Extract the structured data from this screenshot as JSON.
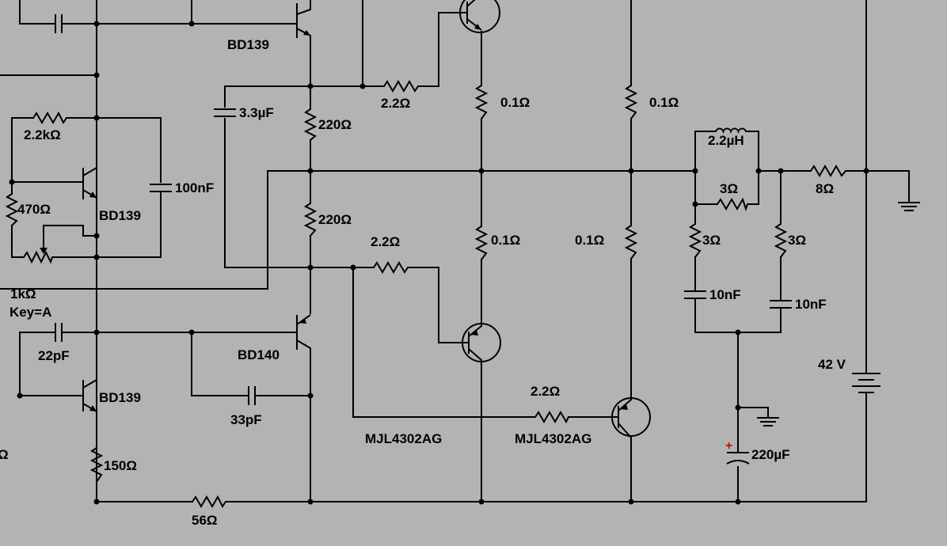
{
  "colors": {
    "background": "#b3b3b3",
    "wire": "#000000",
    "polarity": "#e00000"
  },
  "transistors": {
    "q_top_center": "BD139",
    "q_left_mid": "BD139",
    "q_left_bottom": "BD139",
    "q_bd140": "BD140",
    "q_output_1": "MJL4302AG",
    "q_output_2": "MJL4302AG"
  },
  "resistors": {
    "r_2k2": "2.2kΩ",
    "r_470": "470Ω",
    "r_pot_value": "1kΩ",
    "r_pot_key": "Key=A",
    "r_220_top": "220Ω",
    "r_220_bottom": "220Ω",
    "r_2_2_top": "2.2Ω",
    "r_2_2_mid": "2.2Ω",
    "r_2_2_bottom": "2.2Ω",
    "r_01_a": "0.1Ω",
    "r_01_b": "0.1Ω",
    "r_01_c": "0.1Ω",
    "r_01_d": "0.1Ω",
    "r_3_parallel": "3Ω",
    "r_3_left": "3Ω",
    "r_3_right": "3Ω",
    "r_load": "8Ω",
    "r_150": "150Ω",
    "r_56": "56Ω",
    "r_edge": "Ω"
  },
  "capacitors": {
    "c_3u3": "3.3µF",
    "c_100n": "100nF",
    "c_22p": "22pF",
    "c_33p": "33pF",
    "c_10n_left": "10nF",
    "c_10n_right": "10nF",
    "c_220u": "220µF",
    "c_220u_polarity": "+"
  },
  "inductors": {
    "l_2u2": "2.2µH"
  },
  "sources": {
    "v_supply": "42 V"
  }
}
